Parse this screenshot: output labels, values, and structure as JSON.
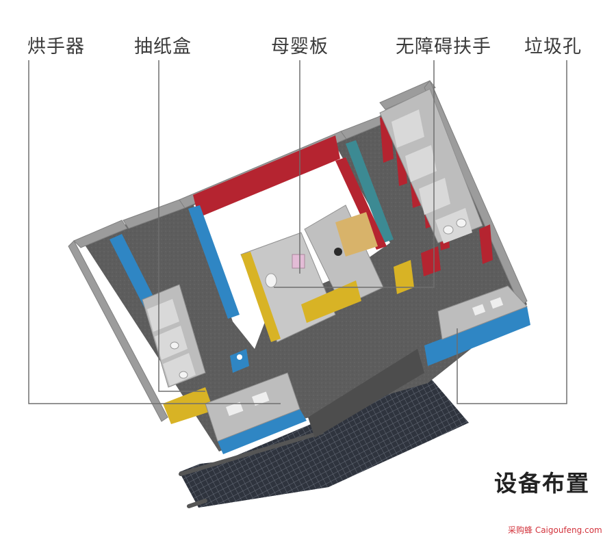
{
  "labels": {
    "hand_dryer": "烘手器",
    "tissue_box": "抽纸盒",
    "baby_changing_board": "母婴板",
    "accessible_handrail": "无障碍扶手",
    "trash_hole": "垃圾孔"
  },
  "heading": "设备布置",
  "watermark": "采购蜂 Caigoufeng.com",
  "colors": {
    "wall_top": "#9c9c9c",
    "wall_side": "#c8c8c8",
    "floor": "#5e5e5e",
    "red_panel": "#b52430",
    "blue_panel": "#2f86c4",
    "yellow_panel": "#d8b325",
    "teal_glass": "#3c8a93",
    "leader_line": "#6e6e6e",
    "paving": "#3a3f4a"
  },
  "icons": [
    "toilet-icon",
    "sink-icon",
    "baby-changing-table-icon",
    "office-chair-icon",
    "accessibility-sign-icon"
  ]
}
